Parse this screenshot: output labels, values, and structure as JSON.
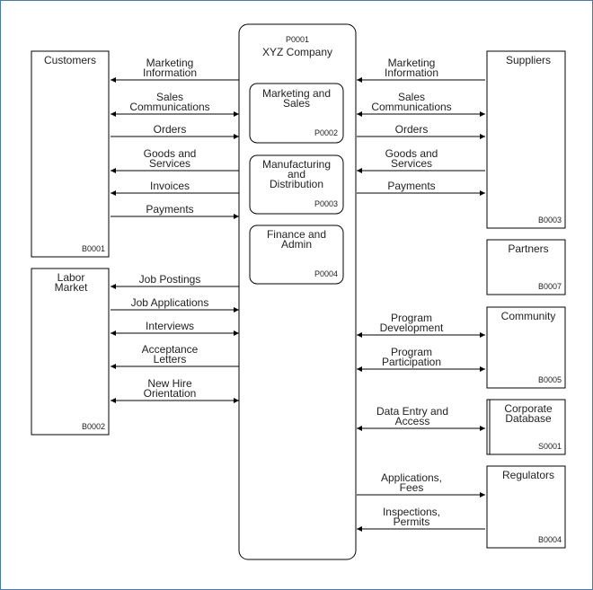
{
  "company": {
    "code": "P0001",
    "name": "XYZ Company"
  },
  "processes": [
    {
      "lines": [
        "Marketing and",
        "Sales"
      ],
      "code": "P0002"
    },
    {
      "lines": [
        "Manufacturing",
        "and",
        "Distribution"
      ],
      "code": "P0003"
    },
    {
      "lines": [
        "Finance and",
        "Admin"
      ],
      "code": "P0004"
    }
  ],
  "entities": {
    "customers": {
      "lines": [
        "Customers"
      ],
      "code": "B0001"
    },
    "labor_market": {
      "lines": [
        "Labor",
        "Market"
      ],
      "code": "B0002"
    },
    "suppliers": {
      "lines": [
        "Suppliers"
      ],
      "code": "B0003"
    },
    "partners": {
      "lines": [
        "Partners"
      ],
      "code": "B0007"
    },
    "community": {
      "lines": [
        "Community"
      ],
      "code": "B0005"
    },
    "corporate_database": {
      "lines": [
        "Corporate",
        "Database"
      ],
      "code": "S0001"
    },
    "regulators": {
      "lines": [
        "Regulators"
      ],
      "code": "B0004"
    }
  },
  "flows": {
    "customers": [
      {
        "lines": [
          "Marketing",
          "Information"
        ],
        "dir": "left"
      },
      {
        "lines": [
          "Sales",
          "Communications"
        ],
        "dir": "both"
      },
      {
        "lines": [
          "Orders"
        ],
        "dir": "right"
      },
      {
        "lines": [
          "Goods and",
          "Services"
        ],
        "dir": "left"
      },
      {
        "lines": [
          "Invoices"
        ],
        "dir": "left"
      },
      {
        "lines": [
          "Payments"
        ],
        "dir": "right"
      }
    ],
    "labor_market": [
      {
        "lines": [
          "Job Postings"
        ],
        "dir": "left"
      },
      {
        "lines": [
          "Job Applications"
        ],
        "dir": "right"
      },
      {
        "lines": [
          "Interviews"
        ],
        "dir": "both"
      },
      {
        "lines": [
          "Acceptance",
          "Letters"
        ],
        "dir": "left"
      },
      {
        "lines": [
          "New Hire",
          "Orientation"
        ],
        "dir": "both"
      }
    ],
    "suppliers": [
      {
        "lines": [
          "Marketing",
          "Information"
        ],
        "dir": "left"
      },
      {
        "lines": [
          "Sales",
          "Communications"
        ],
        "dir": "both"
      },
      {
        "lines": [
          "Orders"
        ],
        "dir": "right"
      },
      {
        "lines": [
          "Goods and",
          "Services"
        ],
        "dir": "left"
      },
      {
        "lines": [
          "Payments"
        ],
        "dir": "right"
      }
    ],
    "community": [
      {
        "lines": [
          "Program",
          "Development"
        ],
        "dir": "both"
      },
      {
        "lines": [
          "Program",
          "Participation"
        ],
        "dir": "both"
      }
    ],
    "corporate_database": [
      {
        "lines": [
          "Data Entry and",
          "Access"
        ],
        "dir": "both"
      }
    ],
    "regulators": [
      {
        "lines": [
          "Applications,",
          "Fees"
        ],
        "dir": "right"
      },
      {
        "lines": [
          "Inspections,",
          "Permits"
        ],
        "dir": "left"
      }
    ]
  }
}
